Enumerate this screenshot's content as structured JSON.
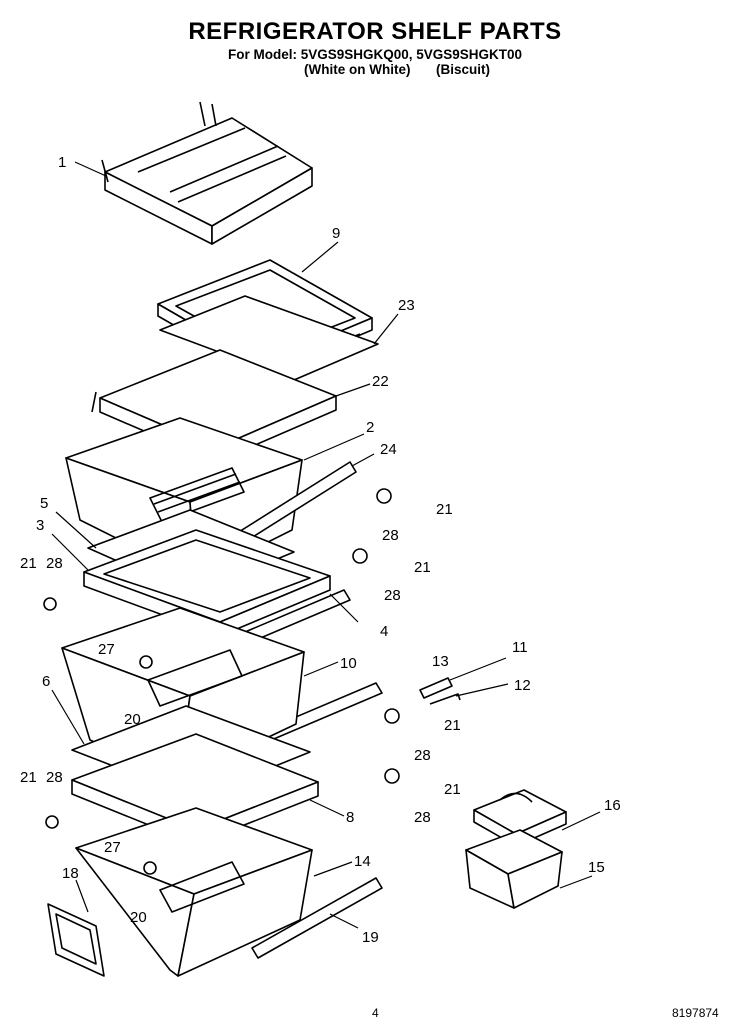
{
  "header": {
    "title": "REFRIGERATOR SHELF PARTS",
    "model_line": "For Model: 5VGS9SHGKQ00, 5VGS9SHGKT00",
    "variant_white": "(White on White)",
    "variant_biscuit": "(Biscuit)"
  },
  "callouts": [
    "1",
    "9",
    "23",
    "22",
    "2",
    "24",
    "21",
    "28",
    "5",
    "3",
    "21",
    "28",
    "21",
    "28",
    "4",
    "27",
    "6",
    "20",
    "10",
    "13",
    "11",
    "12",
    "21",
    "28",
    "21",
    "28",
    "21",
    "28",
    "8",
    "27",
    "16",
    "18",
    "14",
    "15",
    "20",
    "19"
  ],
  "footer": {
    "page_number": "4",
    "document_number": "8197874"
  }
}
